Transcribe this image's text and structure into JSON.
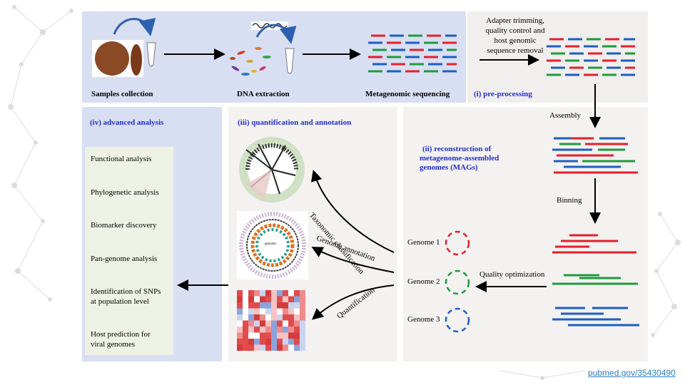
{
  "top": {
    "samples_label": "Samples collection",
    "dna_label": "DNA extraction",
    "seq_label": "Metagenomic sequencing",
    "pre_desc": [
      "Adapter trimming,",
      "quality control and",
      "host genomic",
      "sequence removal"
    ],
    "pre_title": "(i) pre-processing"
  },
  "advanced": {
    "title": "(iv) advanced analysis",
    "items": [
      "Functional analysis",
      "Phylogenetic analysis",
      "Biomarker discovery",
      "Pan-genome analysis",
      "Identification of SNPs",
      "at population level",
      "Host prediction for",
      "viral genomes"
    ]
  },
  "quant": {
    "title": "(iii) quantification and annotation",
    "arrow_taxo": "Taxonomic classification",
    "arrow_genome": "Genome annotation",
    "arrow_quant": "Quantification",
    "circle_center": "genome"
  },
  "recon": {
    "title": [
      "(ii) reconstruction of",
      "metagenome-assembled",
      "genomes (MAGs)"
    ],
    "assembly": "Assembly",
    "binning": "Binning",
    "quality": "Quality optimization",
    "genomes": [
      "Genome 1",
      "Genome 2",
      "Genome 3"
    ]
  },
  "colors": {
    "top_bg": "#d9dff2",
    "pre_bg": "#f1eeee",
    "adv_bg": "#d9dff2",
    "quant_bg": "#f4f1f1",
    "recon_bg": "#f4f1f1",
    "red": "#e3202a",
    "blue": "#1b5fbf",
    "green": "#1e9a3b",
    "title_blue": "#1f2ecc"
  },
  "footer": {
    "link": "pubmed.gov/35430490"
  }
}
